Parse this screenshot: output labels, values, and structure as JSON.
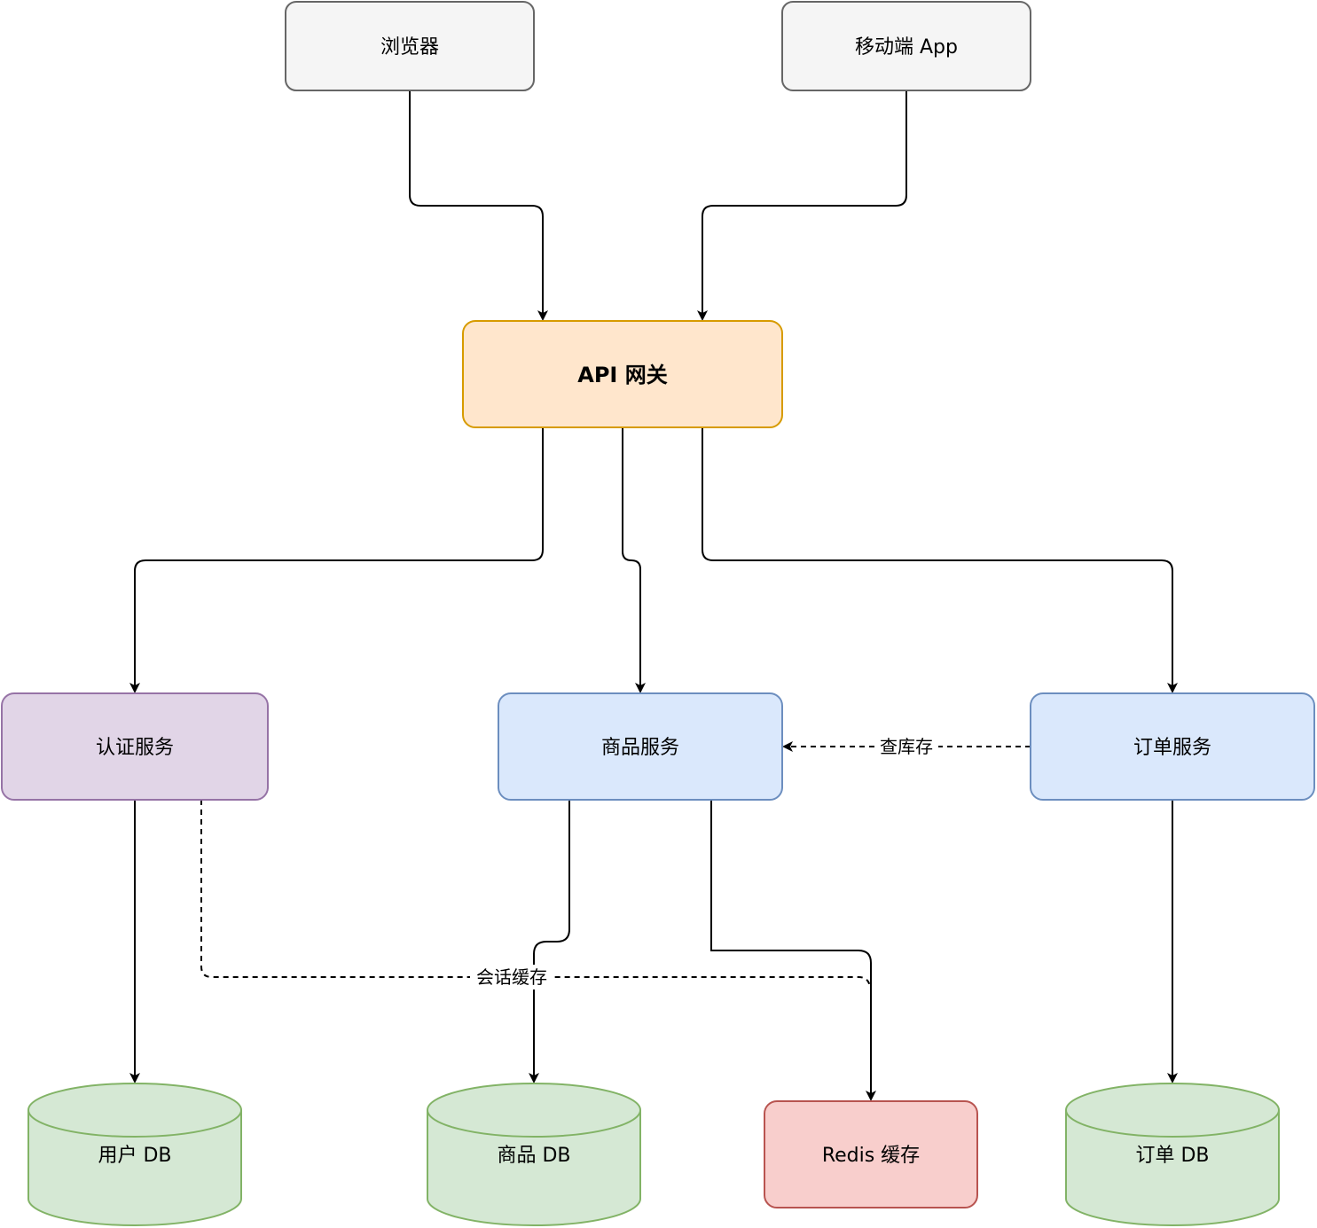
{
  "nodes": {
    "browser": "浏览器",
    "mobile_app": "移动端 App",
    "api_gateway": "API 网关",
    "auth_service": "认证服务",
    "product_service": "商品服务",
    "order_service": "订单服务",
    "user_db": "用户 DB",
    "product_db": "商品 DB",
    "redis_cache": "Redis 缓存",
    "order_db": "订单 DB"
  },
  "edge_labels": {
    "check_inventory": "查库存",
    "session_cache": "会话缓存"
  },
  "colors": {
    "client_fill": "#f5f5f5",
    "client_stroke": "#666666",
    "gateway_fill": "#ffe6cc",
    "gateway_stroke": "#d79b00",
    "auth_fill": "#e1d5e7",
    "auth_stroke": "#9673a6",
    "service_fill": "#dae8fc",
    "service_stroke": "#6c8ebf",
    "db_fill": "#d5e8d4",
    "db_stroke": "#82b366",
    "cache_fill": "#f8cecc",
    "cache_stroke": "#b85450"
  }
}
